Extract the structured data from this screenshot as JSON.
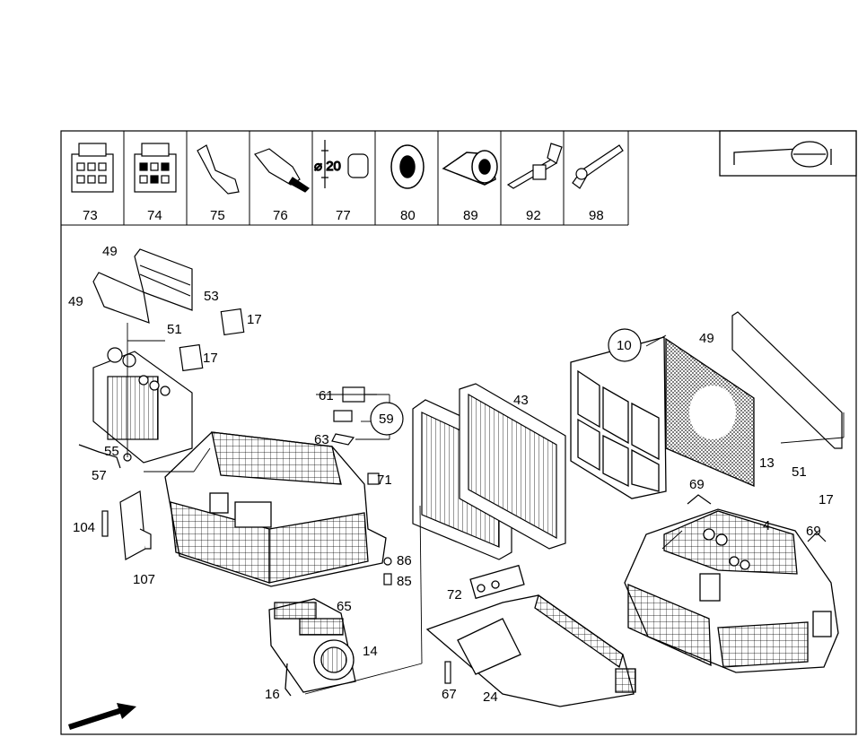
{
  "legend_parts": [
    {
      "number": "73",
      "icon": "connector-housing-icon"
    },
    {
      "number": "74",
      "icon": "connector-housing-icon"
    },
    {
      "number": "75",
      "icon": "terminal-contact-icon"
    },
    {
      "number": "76",
      "icon": "plug-contact-icon"
    },
    {
      "number": "77",
      "icon": "hose-sleeve-icon"
    },
    {
      "number": "80",
      "icon": "grommet-icon"
    },
    {
      "number": "89",
      "icon": "tape-roll-icon"
    },
    {
      "number": "92",
      "icon": "clip-tie-icon"
    },
    {
      "number": "98",
      "icon": "cable-tie-icon"
    }
  ],
  "dimension_label": "⌀ 20",
  "callouts": {
    "c49a": "49",
    "c49b": "49",
    "c53": "53",
    "c17a": "17",
    "c51a": "51",
    "c17b": "17",
    "c55": "55",
    "c57": "57",
    "c104": "104",
    "c107": "107",
    "c61": "61",
    "c59": "59",
    "c63": "63",
    "c71": "71",
    "c43": "43",
    "c10": "10",
    "c49c": "49",
    "c13": "13",
    "c51b": "51",
    "c17c": "17",
    "c69a": "69",
    "c4": "4",
    "c69b": "69",
    "c86": "86",
    "c85": "85",
    "c65": "65",
    "c14": "14",
    "c16": "16",
    "c72": "72",
    "c67": "67",
    "c24": "24"
  },
  "icons": {
    "key_symbol": "vehicle-key-icon",
    "direction_arrow": "direction-arrow-icon"
  }
}
